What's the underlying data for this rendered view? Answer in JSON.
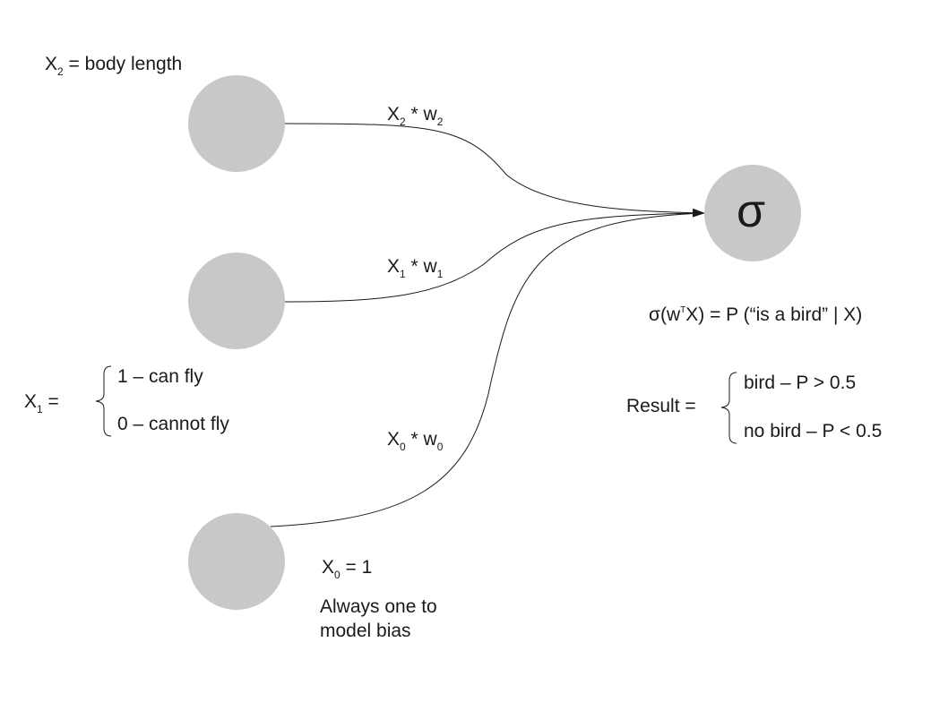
{
  "colors": {
    "node_fill": "#c8c8c8",
    "edge_stroke": "#1a1a1a",
    "text": "#1a1a1a"
  },
  "nodes": {
    "x2": {
      "name": "X2",
      "label_var": "X",
      "label_sub": "2",
      "label_text": "= body length"
    },
    "x1": {
      "name": "X1",
      "label_var": "X",
      "label_sub": "1",
      "label_eq": "=",
      "options": [
        "1 – can fly",
        "0 – cannot fly"
      ]
    },
    "x0": {
      "name": "X0",
      "label_var": "X",
      "label_sub": "0",
      "label_eq": "= 1",
      "note_line1": "Always one to",
      "note_line2": "model bias"
    },
    "sigma": {
      "symbol": "σ"
    }
  },
  "edges": [
    {
      "from": "x2",
      "to": "sigma",
      "var": "X",
      "var_sub": "2",
      "op": "* w",
      "w_sub": "2"
    },
    {
      "from": "x1",
      "to": "sigma",
      "var": "X",
      "var_sub": "1",
      "op": "* w",
      "w_sub": "1"
    },
    {
      "from": "x0",
      "to": "sigma",
      "var": "X",
      "var_sub": "0",
      "op": "* w",
      "w_sub": "0"
    }
  ],
  "formula": {
    "pre": "σ(w",
    "sup": "T",
    "post": "X) = P (“is a bird” | X)"
  },
  "result": {
    "label": "Result =",
    "options": [
      "bird – P > 0.5",
      "no bird – P < 0.5"
    ]
  }
}
